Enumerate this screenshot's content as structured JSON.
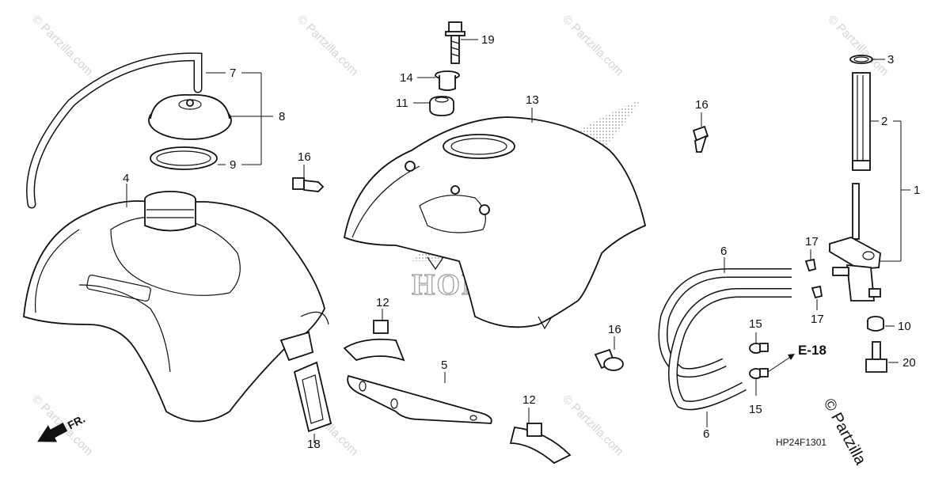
{
  "diagram": {
    "drawing_code": "HP24F1301",
    "copyright": "© Partzilla",
    "watermark": "© Partzilla.com",
    "brand_logo": "HONDA",
    "ref_label": "E-18",
    "front_label": "FR.",
    "callouts": {
      "c1": "1",
      "c2": "2",
      "c3": "3",
      "c4": "4",
      "c5": "5",
      "c6a": "6",
      "c6b": "6",
      "c7": "7",
      "c8": "8",
      "c9": "9",
      "c10": "10",
      "c11": "11",
      "c12a": "12",
      "c12b": "12",
      "c13": "13",
      "c14": "14",
      "c15a": "15",
      "c15b": "15",
      "c16a": "16",
      "c16b": "16",
      "c16c": "16",
      "c17a": "17",
      "c17b": "17",
      "c18": "18",
      "c19": "19",
      "c20": "20"
    }
  }
}
